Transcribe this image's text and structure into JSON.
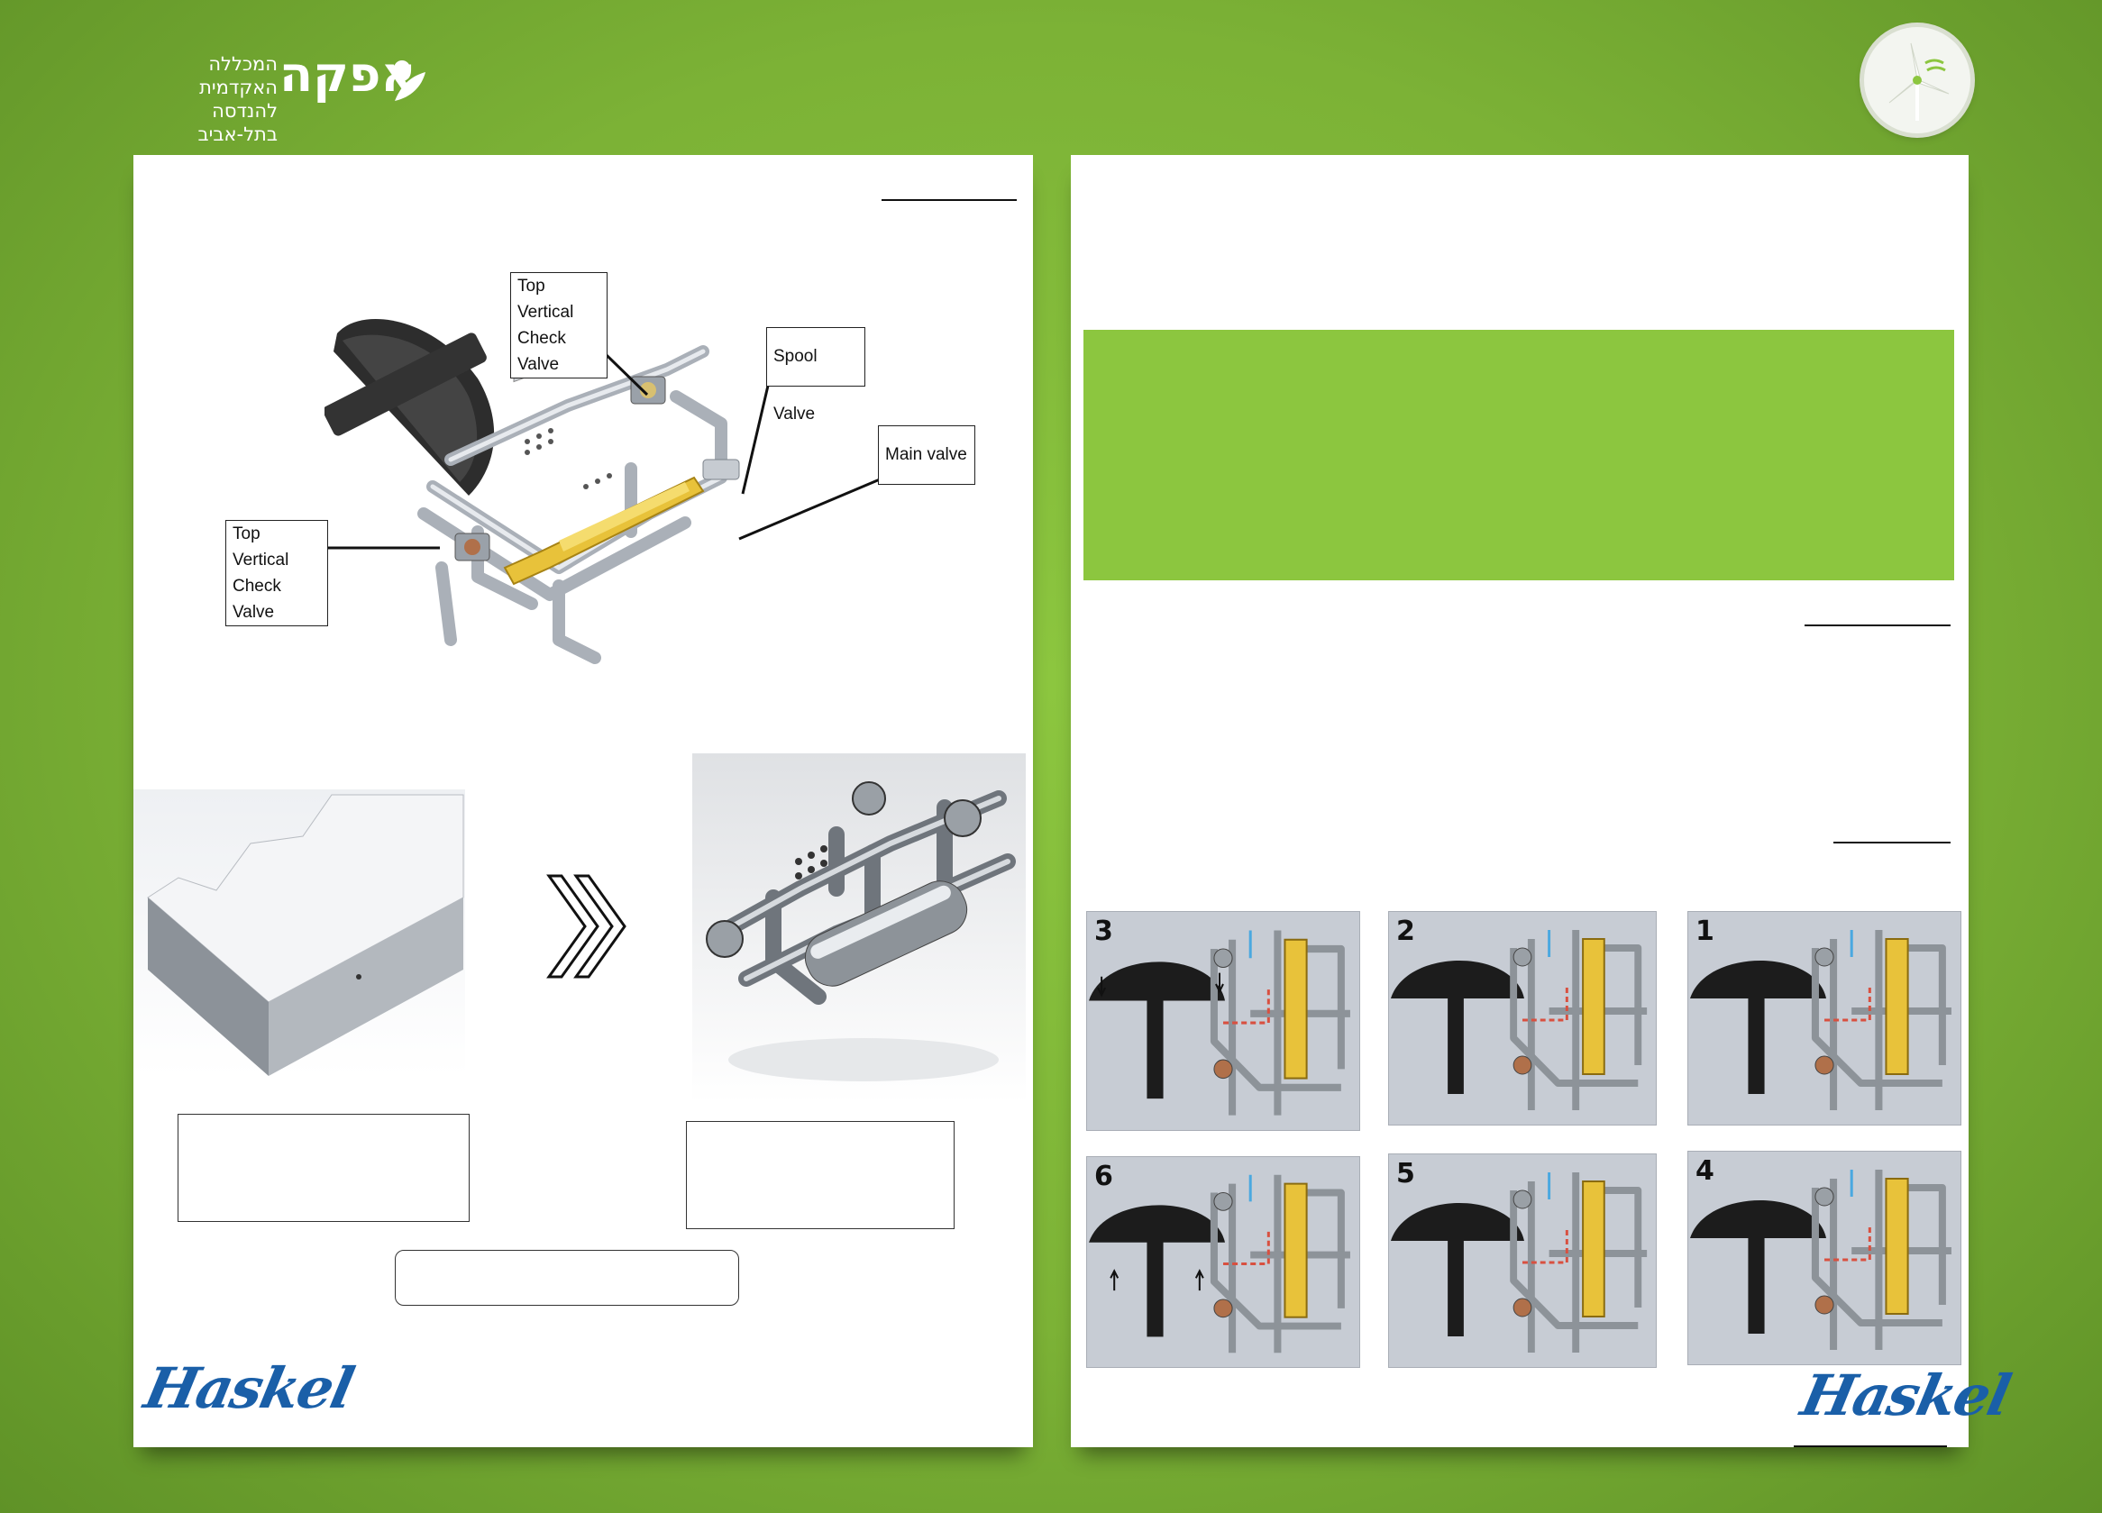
{
  "header": {
    "college_name_line1": "המכללה האקדמית",
    "college_name_line2": "להנדסה בתל-אביב",
    "college_logo_word": "אפקה"
  },
  "left_panel": {
    "callouts": {
      "top_check_valve": [
        "Top Vertical",
        "Check Valve"
      ],
      "spool_valve": "Spool Valve",
      "main_valve": "Main valve",
      "bottom_check_valve": [
        "Top Vertical",
        "Check Valve"
      ]
    },
    "brand_logo": "Haskel"
  },
  "right_panel": {
    "cycle_frames": [
      {
        "label": "1",
        "arrows": false
      },
      {
        "label": "2",
        "arrows": false
      },
      {
        "label": "3",
        "arrows": true
      },
      {
        "label": "4",
        "arrows": false
      },
      {
        "label": "5",
        "arrows": false
      },
      {
        "label": "6",
        "arrows": true
      }
    ],
    "brand_logo": "Haskel"
  },
  "colors": {
    "background": "#7cb236",
    "accent_green": "#8cc63f",
    "spool_yellow": "#e8c23a",
    "frame_gray": "#c7ccd4",
    "haskel_blue": "#1a5fa8"
  }
}
